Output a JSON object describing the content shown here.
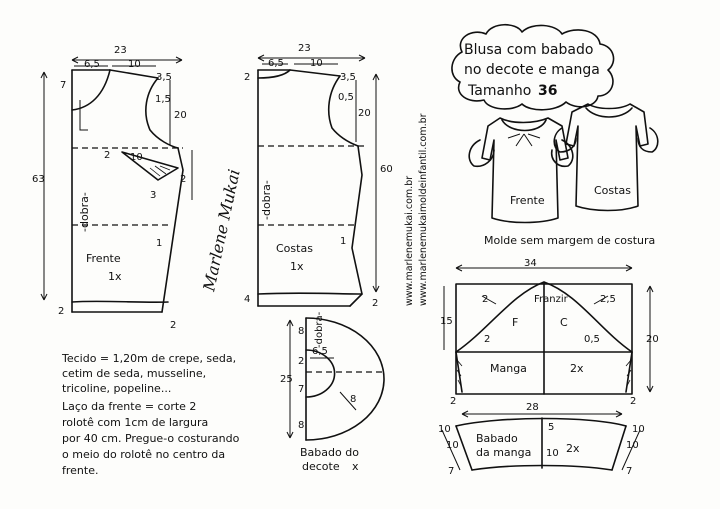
{
  "title": {
    "line1": "Blusa com babado",
    "line2": "no decote e manga",
    "size_label": "Tamanho",
    "size_value": "36"
  },
  "front": {
    "name": "Frente",
    "qty": "1x",
    "fold": "-dobra-",
    "width": "23",
    "neck_width": "6,5",
    "shoulder": "10",
    "shoulder_drop": "3,5",
    "neck_depth": "7",
    "armhole_mark": "1,5",
    "armhole_depth": "20",
    "total_length": "63",
    "dart_top": "2",
    "dart_length": "10",
    "dart_width": "2",
    "side_mark": "3",
    "side_in": "1",
    "hem": "2"
  },
  "back": {
    "name": "Costas",
    "qty": "1x",
    "fold": "-dobra-",
    "width": "23",
    "neck_width": "6,5",
    "shoulder": "10",
    "shoulder_drop": "3,5",
    "neck_depth": "2",
    "armhole_mark": "0,5",
    "armhole_depth": "20",
    "total_length": "60",
    "side_in": "1",
    "hem_left": "4",
    "hem_right": "2"
  },
  "signature": "Marlene Mukai",
  "website": {
    "line1": "www.marlenemukai.com.br",
    "line2": "www.marlenemukaimoldeinfantil.com.br"
  },
  "illustration": {
    "front": "Frente",
    "back": "Costas"
  },
  "note_seam": "Molde sem margem de costura",
  "sleeve": {
    "name": "Manga",
    "qty": "2x",
    "width": "34",
    "cap_height": "15",
    "side_height": "20",
    "franzir": "Franzir",
    "front_mark": "F",
    "back_mark": "C",
    "left_mark": "2",
    "right_mark": "2,5",
    "left_curve": "2",
    "right_curve": "0,5",
    "hem_left": "2",
    "hem_right": "2"
  },
  "sleeve_ruffle": {
    "name_line1": "Babado",
    "name_line2": "da manga",
    "qty": "2x",
    "width": "28",
    "rise": "5",
    "left_height": "10",
    "right_height": "10",
    "center_height": "10",
    "left_side": "10",
    "right_side": "10",
    "left_bottom": "7",
    "right_bottom": "7"
  },
  "neck_ruffle": {
    "name_line1": "Babado do",
    "name_line2": "decote",
    "qty": "x",
    "fold": "-dobra-",
    "total": "25",
    "inner": "6,5",
    "seg_top": "8",
    "seg_mid1": "2",
    "seg_mid2": "7",
    "seg_bottom": "8",
    "radius": "8"
  },
  "notes": {
    "line1": "Tecido = 1,20m de crepe, seda,",
    "line2": "cetim de seda, musseline,",
    "line3": "tricoline, popeline...",
    "line4": "Laço da frente = corte 2",
    "line5": "rolotê com 1cm de largura",
    "line6": "por 40 cm. Pregue-o costurando",
    "line7": "o meio do rolotê no centro da",
    "line8": "frente."
  }
}
